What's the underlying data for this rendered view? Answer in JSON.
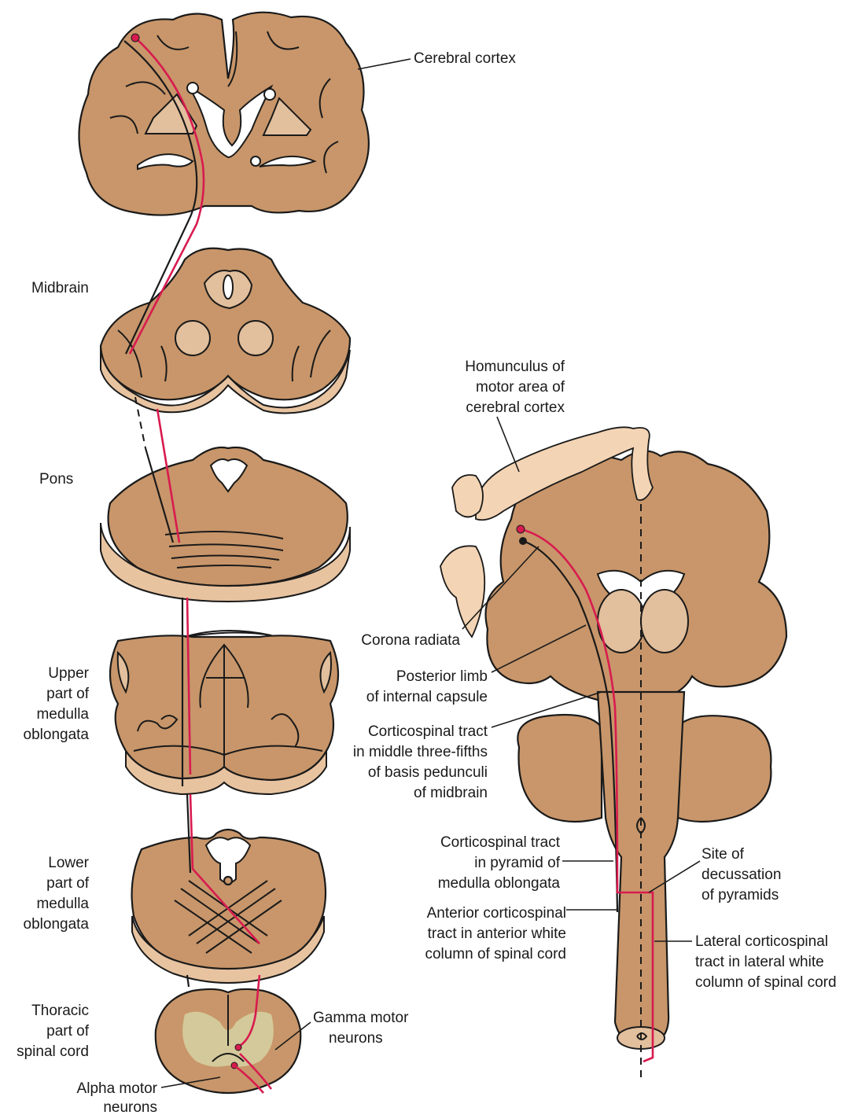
{
  "labels": {
    "cerebral_cortex": "Cerebral cortex",
    "midbrain": "Midbrain",
    "pons": "Pons",
    "upper_medulla": [
      "Upper",
      "part of",
      "medulla",
      "oblongata"
    ],
    "lower_medulla": [
      "Lower",
      "part of",
      "medulla",
      "oblongata"
    ],
    "thoracic_cord": [
      "Thoracic",
      "part of",
      "spinal cord"
    ],
    "alpha_motor": [
      "Alpha motor",
      "neurons"
    ],
    "gamma_motor": [
      "Gamma motor",
      "neurons"
    ],
    "homunculus": [
      "Homunculus of",
      "motor area of",
      "cerebral cortex"
    ],
    "corona_radiata": "Corona radiata",
    "posterior_limb": [
      "Posterior limb",
      "of internal capsule"
    ],
    "corticospinal_midbrain": [
      "Corticospinal tract",
      "in middle three-fifths",
      "of basis pedunculi",
      "of midbrain"
    ],
    "corticospinal_pyramid": [
      "Corticospinal tract",
      "in pyramid of",
      "medulla oblongata"
    ],
    "decussation": [
      "Site of",
      "decussation",
      "of pyramids"
    ],
    "anterior_tract": [
      "Anterior corticospinal",
      "tract in anterior white",
      "column of spinal cord"
    ],
    "lateral_tract": [
      "Lateral corticospinal",
      "tract in lateral white",
      "column of spinal cord"
    ]
  },
  "colors": {
    "tissue": "#c8966a",
    "tissue_pale": "#e2bf9d",
    "tract_red": "#d81b4f",
    "ink": "#1a1a1a",
    "gray_matter": "#d6d2a2"
  }
}
